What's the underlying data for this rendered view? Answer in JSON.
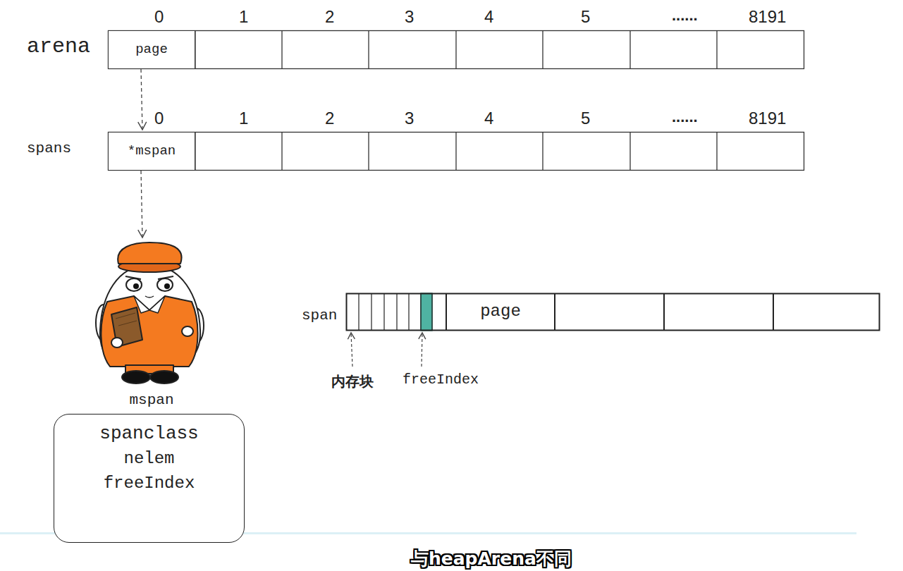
{
  "diagram": {
    "caption": "与heapArena不同",
    "nodes": [
      {
        "text": [
          "page"
        ]
      },
      {
        "text": [
          "*mspan"
        ]
      },
      {
        "text": [
          "mspan"
        ]
      },
      {
        "text": [
          "spanclass",
          "nelem",
          "freeIndex"
        ]
      },
      {
        "text": [
          "page"
        ]
      }
    ],
    "edges": [
      {
        "from": 0,
        "to": 1,
        "arrow": "to"
      },
      {
        "from": 1,
        "to": 2,
        "arrow": "to"
      }
    ],
    "labels": [
      "arena",
      "0",
      "1",
      "2",
      "3",
      "4",
      "5",
      "......",
      "8191",
      "spans",
      "0",
      "1",
      "2",
      "3",
      "4",
      "5",
      "......",
      "8191",
      "span",
      "内存块",
      "freeIndex"
    ]
  }
}
